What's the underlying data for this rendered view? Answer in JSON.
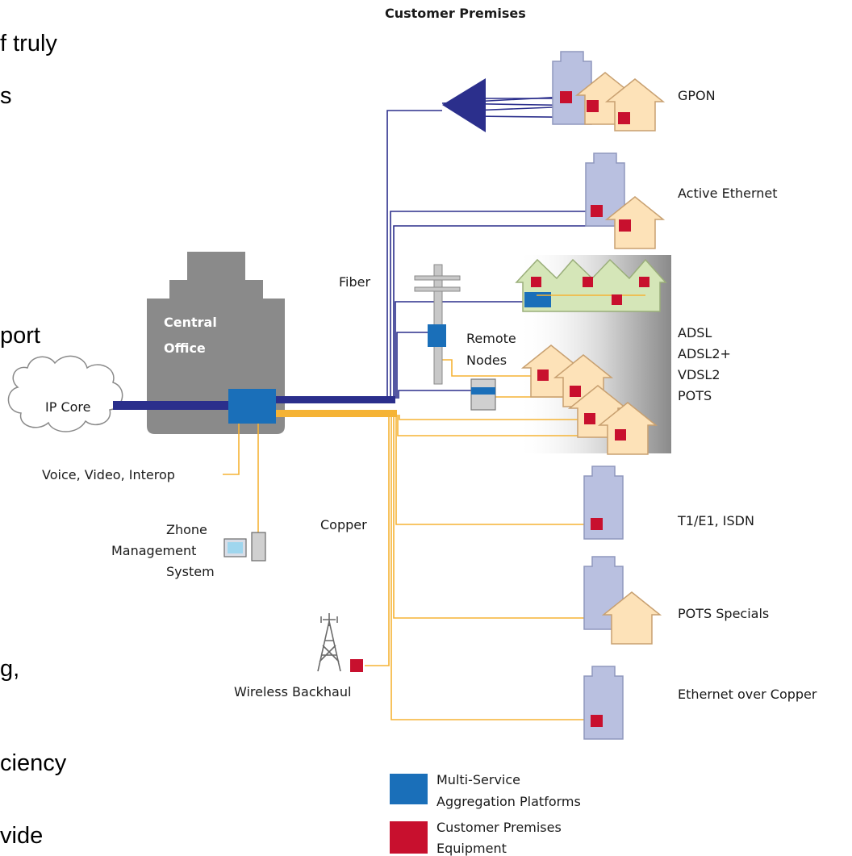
{
  "slide_fragments": [
    "f truly",
    "s",
    "port",
    "g,",
    "ciency",
    "vide"
  ],
  "header": "Customer Premises",
  "central_office": [
    "Central",
    "Office"
  ],
  "ip_core": "IP Core",
  "voice_label": "Voice, Video, Interop",
  "management": [
    "Zhone",
    "Management",
    "System"
  ],
  "fiber_label": "Fiber",
  "copper_label": "Copper",
  "remote_nodes": [
    "Remote",
    "Nodes"
  ],
  "wireless_label": "Wireless Backhaul",
  "services": {
    "gpon": "GPON",
    "active_ethernet": "Active Ethernet",
    "dsl": [
      "ADSL",
      "ADSL2+",
      "VDSL2",
      "POTS"
    ],
    "t1": "T1/E1, ISDN",
    "pots_specials": "POTS Specials",
    "eoc": "Ethernet over Copper"
  },
  "legend": [
    {
      "lines": [
        "Multi-Service",
        "Aggregation Platforms"
      ],
      "color": "#1a6fb9"
    },
    {
      "lines": [
        "Customer Premises",
        "Equipment"
      ],
      "color": "#c8102e"
    }
  ],
  "colors": {
    "fiber": "#2b2f8c",
    "copper": "#f5b335",
    "platform": "#1a6fb9",
    "cpe": "#c8102e",
    "building": "#b9c0e0",
    "house": "#fde2b8"
  }
}
